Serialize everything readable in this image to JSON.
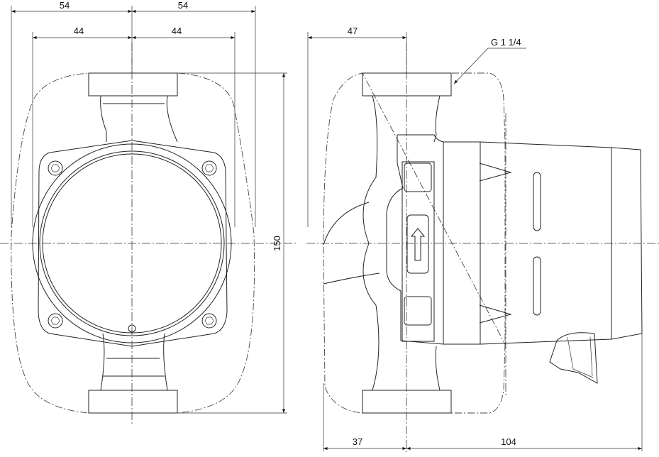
{
  "drawing": {
    "front_view": {
      "dim_outer_left": "54",
      "dim_outer_right": "54",
      "dim_inner_left": "44",
      "dim_inner_right": "44",
      "dim_height": "150"
    },
    "side_view": {
      "dim_top": "47",
      "dim_bottom_left": "37",
      "dim_bottom_right": "104",
      "thread_label": "G 1 1/4"
    }
  }
}
